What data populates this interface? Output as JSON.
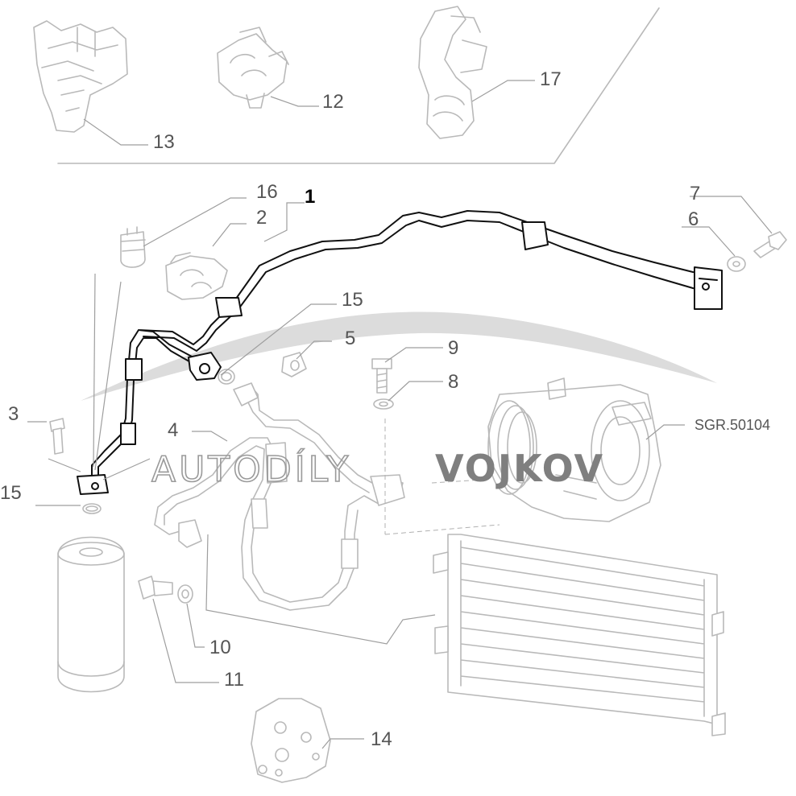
{
  "reference": "SGR.50104",
  "watermark": {
    "part1": "AUTODÍLY",
    "part2": "VOJKOV"
  },
  "labels": {
    "p1": "1",
    "p2": "2",
    "p3": "3",
    "p4": "4",
    "p5": "5",
    "p6": "6",
    "p7": "7",
    "p8": "8",
    "p9": "9",
    "p10": "10",
    "p11": "11",
    "p12": "12",
    "p13": "13",
    "p14": "14",
    "p15a": "15",
    "p15b": "15",
    "p16": "16",
    "p17": "17"
  },
  "colors": {
    "line_art": "#b9b9b9",
    "highlight": "#111111",
    "watermark": "#7f7f7f"
  }
}
